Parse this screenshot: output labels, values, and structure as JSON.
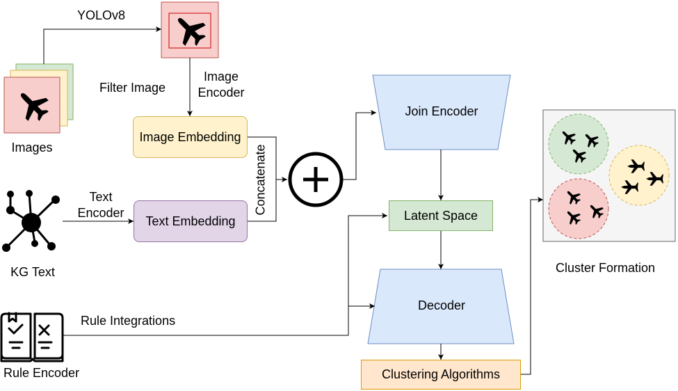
{
  "labels": {
    "yolo": "YOLOv8",
    "filter_image": "Filter Image",
    "image_encoder_1": "Image",
    "image_encoder_2": "Encoder",
    "images": "Images",
    "text_encoder_1": "Text",
    "text_encoder_2": "Encoder",
    "kg_text": "KG Text",
    "concatenate": "Concatenate",
    "rule_integrations": "Rule Integrations",
    "rule_encoder": "Rule Encoder",
    "cluster_formation": "Cluster Formation"
  },
  "boxes": {
    "image_embedding": "Image Embedding",
    "text_embedding": "Text Embedding",
    "join_encoder": "Join Encoder",
    "latent_space": "Latent Space",
    "decoder": "Decoder",
    "clustering_algorithms": "Clustering Algorithms"
  },
  "colors": {
    "image_embedding_fill": "#fff2cc",
    "image_embedding_stroke": "#d6b656",
    "text_embedding_fill": "#e1d5e7",
    "text_embedding_stroke": "#9673a6",
    "encoder_fill": "#dae8fc",
    "encoder_stroke": "#6c8ebf",
    "latent_fill": "#d5e8d4",
    "latent_stroke": "#82b366",
    "clustering_fill": "#ffe6cc",
    "clustering_stroke": "#d79b00",
    "image_card_red": "#f8cecc",
    "image_card_yellow": "#fff2cc",
    "image_card_green": "#d5e8d4",
    "cluster_panel_fill": "#f5f5f5"
  },
  "icons": [
    "airplane-icon",
    "knowledge-graph-icon",
    "rule-book-icon",
    "plus-icon"
  ]
}
